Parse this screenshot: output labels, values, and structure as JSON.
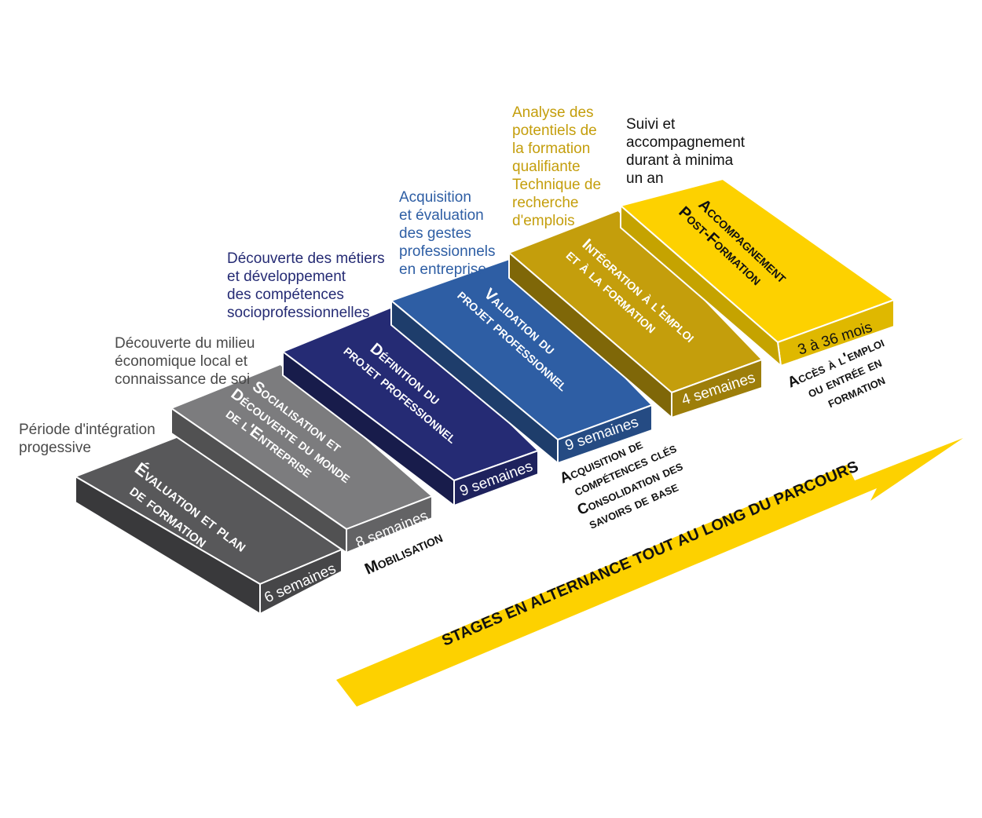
{
  "colors": {
    "step1": "#58585a",
    "step2": "#7c7c7e",
    "step3": "#252b74",
    "step4": "#2e5ea4",
    "step5": "#c49e0c",
    "step6": "#fdd100",
    "note_gray": "#4a4a4a",
    "note_navy": "#252b74",
    "note_blue": "#2e5ea4",
    "note_gold": "#c49e0c",
    "note_black": "#111111",
    "arrow": "#fdd100"
  },
  "steps": [
    {
      "title_lines": [
        "Évaluation et plan",
        "de formation"
      ],
      "duration": "6 semaines"
    },
    {
      "title_lines": [
        "Socialisation et",
        "Découverte du monde",
        "de l'Entreprise"
      ],
      "duration": "8 semaines"
    },
    {
      "title_lines": [
        "Définition du",
        "projet professionnel"
      ],
      "duration": "9 semaines"
    },
    {
      "title_lines": [
        "Validation du",
        "projet professionnel"
      ],
      "duration": "9 semaines"
    },
    {
      "title_lines": [
        "Intégration à l'emploi",
        "et à la formation"
      ],
      "duration": "4 semaines"
    },
    {
      "title_lines": [
        "Accompagnement",
        "Post-Formation"
      ],
      "duration": "3 à 36 mois"
    }
  ],
  "notes": [
    "Période d'intégration\nprogessive",
    "Découverte du milieu\néconomique local et\nconnaissance de soi",
    "Découverte des métiers\net développement\ndes compétences\nsocioprofessionnelles",
    "Acquisition\net évaluation\ndes gestes\nprofessionnels\nen entreprise",
    "Analyse des\npotentiels de\nla formation\nqualifiante\nTechnique de\nrecherche\nd'emplois",
    "Suivi et\naccompagnement\ndurant à minima\nun an"
  ],
  "outcomes": {
    "mobilisation": "Mobilisation",
    "acquisition": [
      "Acquisition de",
      "compétences clés",
      "Consolidation des",
      "savoirs de base"
    ],
    "acces": [
      "Accès à l'emploi",
      "ou entrée en",
      "formation"
    ]
  },
  "arrow_label": "STAGES EN ALTERNANCE TOUT AU LONG DU PARCOURS"
}
